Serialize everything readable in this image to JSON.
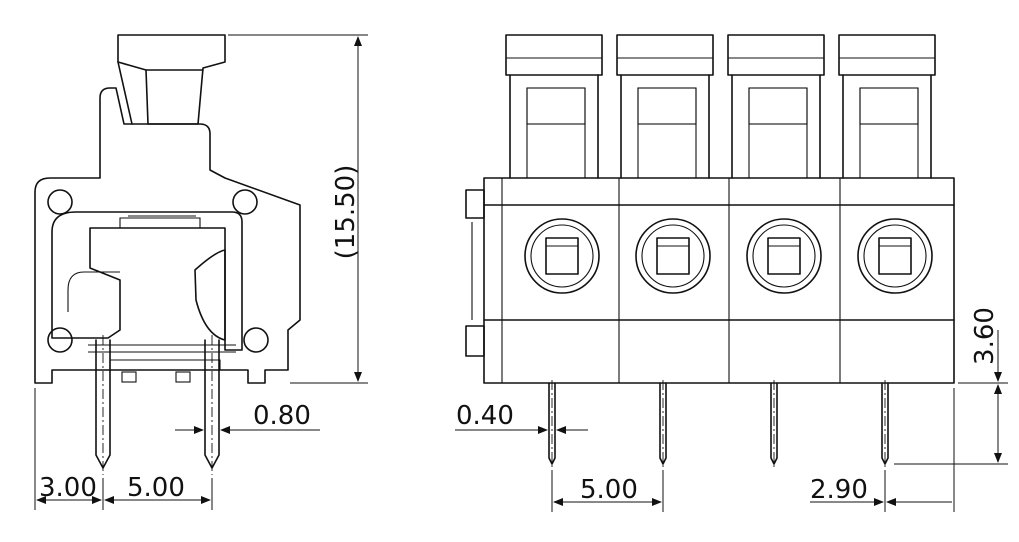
{
  "dimensions": {
    "height_total": "(15.50)",
    "pin_width": "0.80",
    "edge_offset": "3.00",
    "pin_spacing_side": "5.00",
    "pin_thickness": "0.40",
    "pin_spacing_front": "5.00",
    "pin_offset_right": "2.90",
    "pin_length": "3.60"
  }
}
